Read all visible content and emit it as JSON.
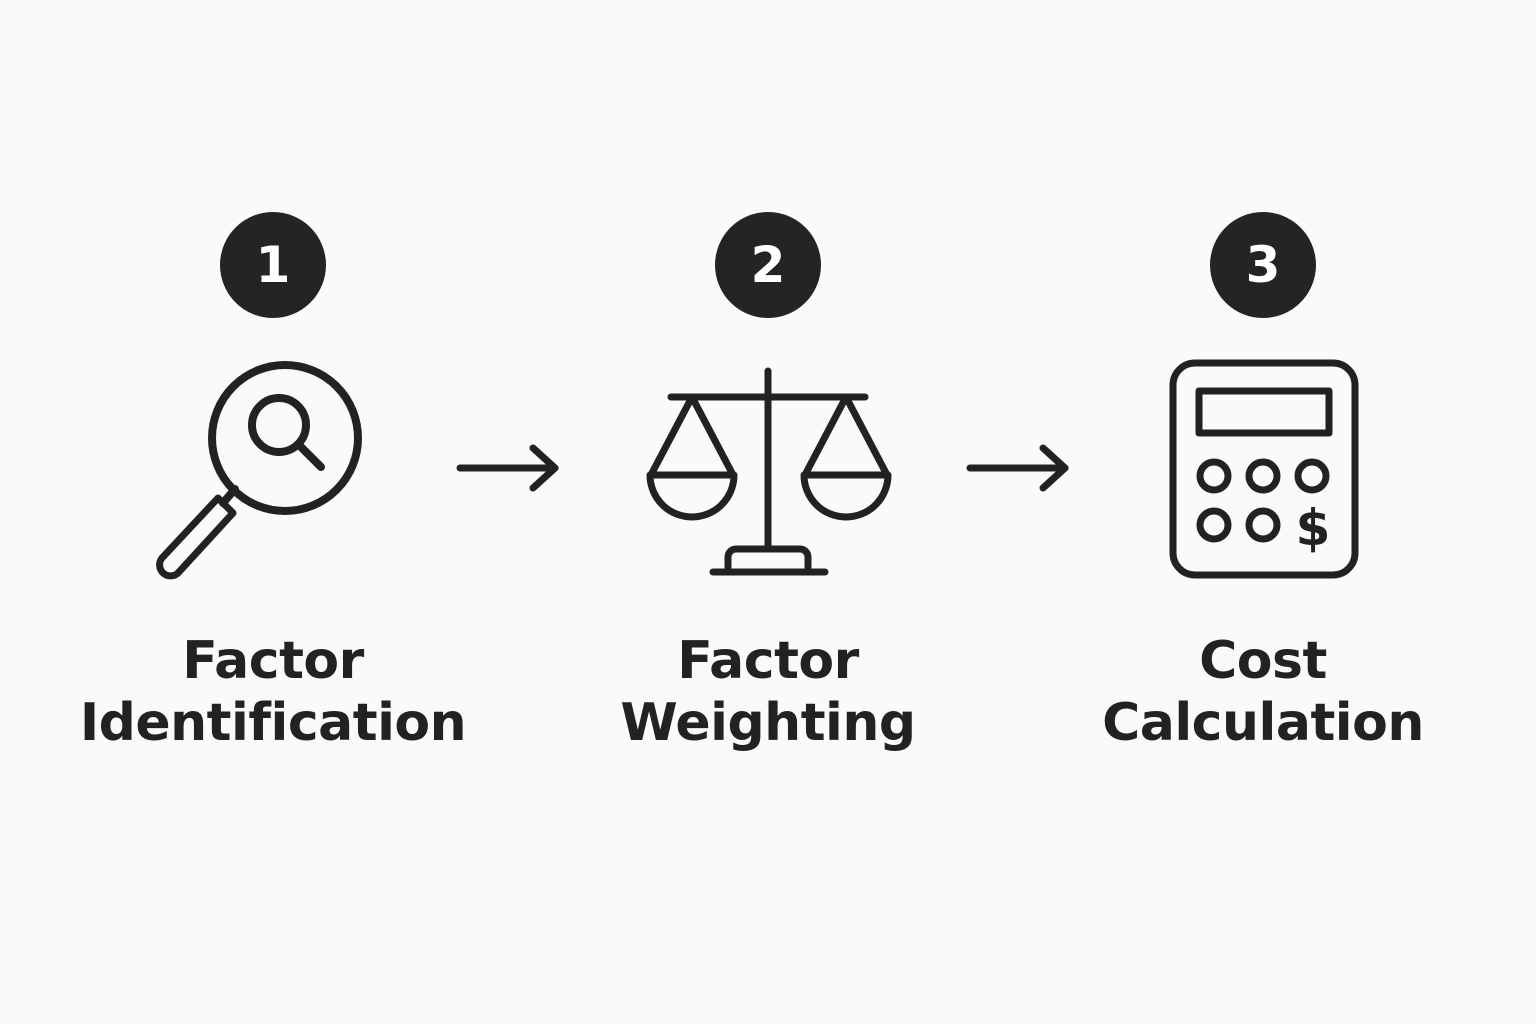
{
  "steps": [
    {
      "number": "1",
      "label_line1": "Factor",
      "label_line2": "Identification",
      "icon": "magnifying-glass-icon"
    },
    {
      "number": "2",
      "label_line1": "Factor",
      "label_line2": "Weighting",
      "icon": "balance-scale-icon"
    },
    {
      "number": "3",
      "label_line1": "Cost",
      "label_line2": "Calculation",
      "icon": "calculator-icon"
    }
  ],
  "calculator_key_symbol": "$",
  "colors": {
    "background": "#fbfaf8",
    "ink": "#222222",
    "badge": "#242424",
    "badge_text": "#ffffff"
  }
}
